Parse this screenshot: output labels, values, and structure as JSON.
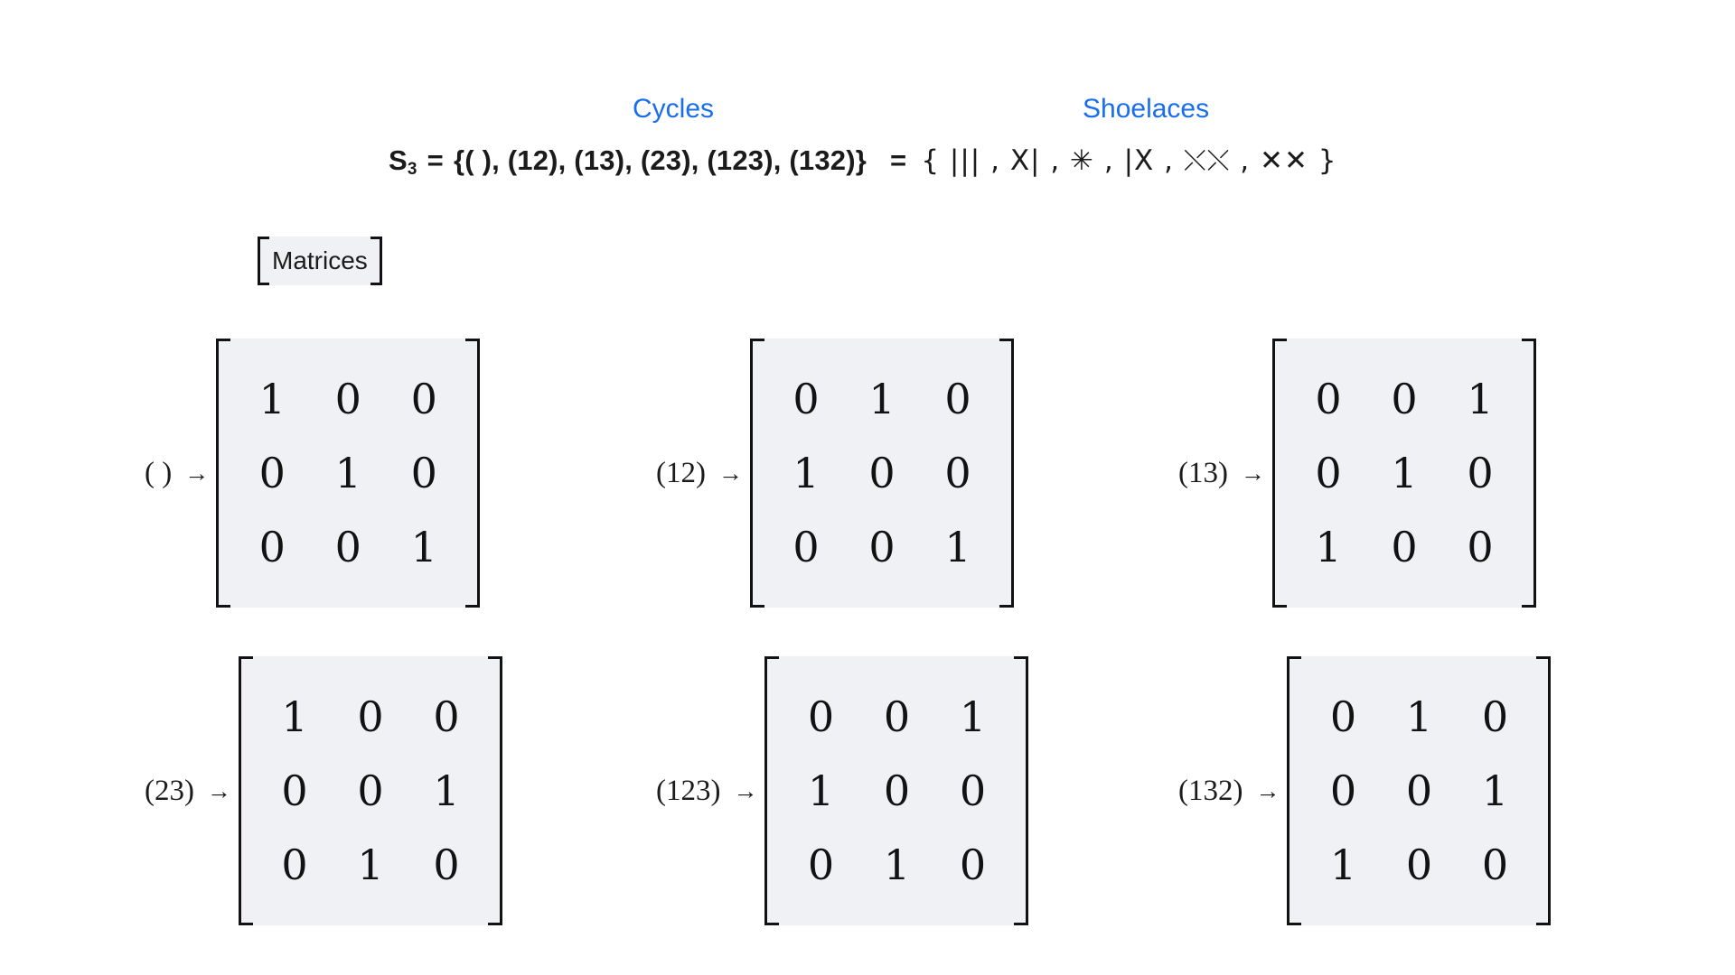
{
  "headings": {
    "cycles": "Cycles",
    "shoelaces": "Shoelaces"
  },
  "equation": {
    "group_symbol": "S",
    "group_subscript": "3",
    "equals": "=",
    "cycles_set": "{( ), (12), (13), (23), (123), (132)}",
    "equals2": "=",
    "shoelaces_set": "{ ||| , X| , ✳ , |X , ⤬⤬ , ✕✕ }"
  },
  "matrices_label": "Matrices",
  "accent_color": "#1a6dec",
  "panel_color": "#eff1f5",
  "chart_data": {
    "type": "table",
    "title": "Permutation matrices of S3",
    "matrices": [
      {
        "cycle": "( )",
        "arrow": "→",
        "rows": [
          [
            1,
            0,
            0
          ],
          [
            0,
            1,
            0
          ],
          [
            0,
            0,
            1
          ]
        ]
      },
      {
        "cycle": "(12)",
        "arrow": "→",
        "rows": [
          [
            0,
            1,
            0
          ],
          [
            1,
            0,
            0
          ],
          [
            0,
            0,
            1
          ]
        ]
      },
      {
        "cycle": "(13)",
        "arrow": "→",
        "rows": [
          [
            0,
            0,
            1
          ],
          [
            0,
            1,
            0
          ],
          [
            1,
            0,
            0
          ]
        ]
      },
      {
        "cycle": "(23)",
        "arrow": "→",
        "rows": [
          [
            1,
            0,
            0
          ],
          [
            0,
            0,
            1
          ],
          [
            0,
            1,
            0
          ]
        ]
      },
      {
        "cycle": "(123)",
        "arrow": "→",
        "rows": [
          [
            0,
            0,
            1
          ],
          [
            1,
            0,
            0
          ],
          [
            0,
            1,
            0
          ]
        ]
      },
      {
        "cycle": "(132)",
        "arrow": "→",
        "rows": [
          [
            0,
            1,
            0
          ],
          [
            0,
            0,
            1
          ],
          [
            1,
            0,
            0
          ]
        ]
      }
    ]
  }
}
